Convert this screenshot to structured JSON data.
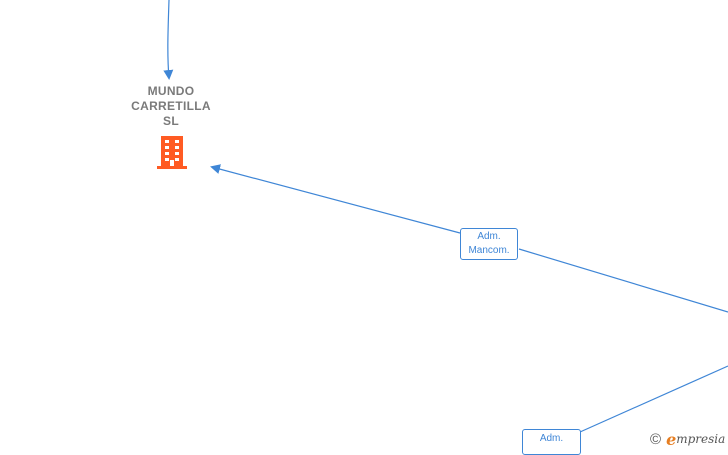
{
  "company": {
    "name_lines": [
      "MUNDO",
      "CARRETILLA",
      "SL"
    ],
    "icon": "building-icon",
    "icon_color": "#ff5b23"
  },
  "edges": [
    {
      "label_lines": [
        "Adm.",
        "Mancom."
      ]
    },
    {
      "label_lines": [
        "Adm."
      ]
    }
  ],
  "colors": {
    "edge": "#3f86d6",
    "company_text": "#7a7a7a"
  },
  "brand": {
    "copyright_symbol": "©",
    "initial": "e",
    "rest": "mpresia"
  }
}
